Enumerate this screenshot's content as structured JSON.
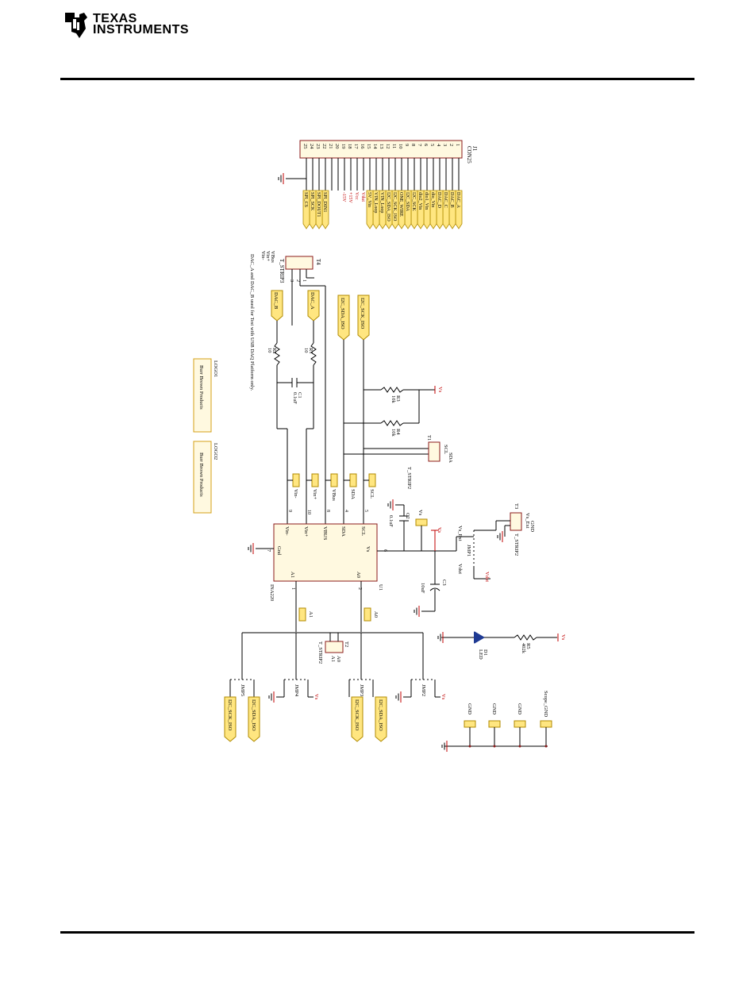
{
  "header": {
    "company_line1": "Texas",
    "company_line2": "Instruments"
  },
  "connector": {
    "ref": "J1",
    "part": "CON25",
    "pins": [
      "1",
      "2",
      "3",
      "4",
      "5",
      "6",
      "7",
      "8",
      "9",
      "10",
      "11",
      "12",
      "13",
      "14",
      "15",
      "16",
      "17",
      "18",
      "19",
      "20",
      "21",
      "22",
      "23",
      "24",
      "25"
    ],
    "nets": [
      "DAC_A",
      "DAC_B",
      "DAC_C",
      "DAC_D",
      "dio_Vin",
      "dio1_Vin",
      "dio2_Vin",
      "I2C_SCK",
      "I2C_SDA",
      "ONE_WIRE",
      "I2C_SCK_ISO",
      "I2C_SDA_ISO",
      "VIN_Loop",
      "VIN_Loop",
      "5V_Vin",
      "Vdut",
      "Vcc",
      "+15V",
      "-15V",
      "",
      "",
      "SPI_DIN1",
      "SPI_DOUT1",
      "SPI_SCK",
      "SPI_CS"
    ]
  },
  "t4": {
    "ref": "T4",
    "part": "T_STRIP3",
    "pins": [
      "VBus",
      "Vin+",
      "Vin-"
    ]
  },
  "note": "DAC_A and DAC_B used for Test with USB DAQ Platform only.",
  "resistors": {
    "r1": {
      "ref": "R1",
      "value": "10"
    },
    "r2": {
      "ref": "R2",
      "value": "10"
    },
    "r3": {
      "ref": "R3",
      "value": "10k"
    },
    "r4": {
      "ref": "R4",
      "value": "10k"
    },
    "r5": {
      "ref": "R5",
      "value": "402k"
    }
  },
  "caps": {
    "c1": {
      "ref": "C1",
      "value": "0.1uF"
    },
    "c2": {
      "ref": "C2",
      "value": "0.1uF"
    },
    "c3": {
      "ref": "C3",
      "value": "10uF"
    }
  },
  "logos": {
    "logo1": {
      "ref": "LOGO1",
      "text": "Burr Brown Products"
    },
    "logo2": {
      "ref": "LOGO2",
      "text": "Burr Brown Products"
    }
  },
  "t1": {
    "ref": "T1",
    "part": "T_STRIP2",
    "pins": [
      "SCL",
      "SDA"
    ]
  },
  "t3": {
    "ref": "T3",
    "part": "T_STRIP2",
    "pins": [
      "Vs_Ext",
      "GND"
    ]
  },
  "t2": {
    "ref": "T2",
    "part": "T_STRIP2",
    "pins": [
      "A0",
      "A1"
    ]
  },
  "ic": {
    "ref": "U1",
    "part": "INA220",
    "left_pins": [
      {
        "name": "Vin-",
        "num": "9"
      },
      {
        "name": "Vin+",
        "num": "10"
      },
      {
        "name": "VBUS",
        "num": "8"
      },
      {
        "name": "SDA",
        "num": "4"
      },
      {
        "name": "SCL",
        "num": "5"
      }
    ],
    "gnd": {
      "name": "Gnd",
      "num": "7"
    },
    "vs": {
      "name": "Vs",
      "num": "6"
    },
    "a1": {
      "name": "A1",
      "num": "1"
    },
    "a0": {
      "name": "A0",
      "num": "2"
    }
  },
  "testpoints": [
    "Vin-",
    "Vin+",
    "VBus",
    "SDA",
    "SCL"
  ],
  "nets": {
    "dac_b": "DAC_B",
    "dac_a": "DAC_A",
    "sda_iso": "I2C_SDA_ISO",
    "sck_iso": "I2C_SCK_ISO",
    "vs": "Vs",
    "vdut": "Vdut",
    "gnd": "GND",
    "scope_gnd": "Scope_GND"
  },
  "jumpers": {
    "jmp1": {
      "ref": "JMP1",
      "p1": "Vs_Ext",
      "p3": "Vdut"
    },
    "jmp2": {
      "ref": "JMP2"
    },
    "jmp3": {
      "ref": "JMP3"
    },
    "jmp4": {
      "ref": "JMP4"
    },
    "jmp5": {
      "ref": "JMP5"
    }
  },
  "led": {
    "ref": "D1",
    "value": "LED"
  },
  "tp_a": {
    "a1": "A1",
    "a0": "A0"
  },
  "bottom_nets": [
    "I2C_SCK_ISO",
    "I2C_SDA_ISO",
    "I2C_SCK_ISO",
    "I2C_SDA_ISO"
  ],
  "gnd_pads": [
    "GND",
    "GND",
    "GND",
    "Scope_GND"
  ]
}
